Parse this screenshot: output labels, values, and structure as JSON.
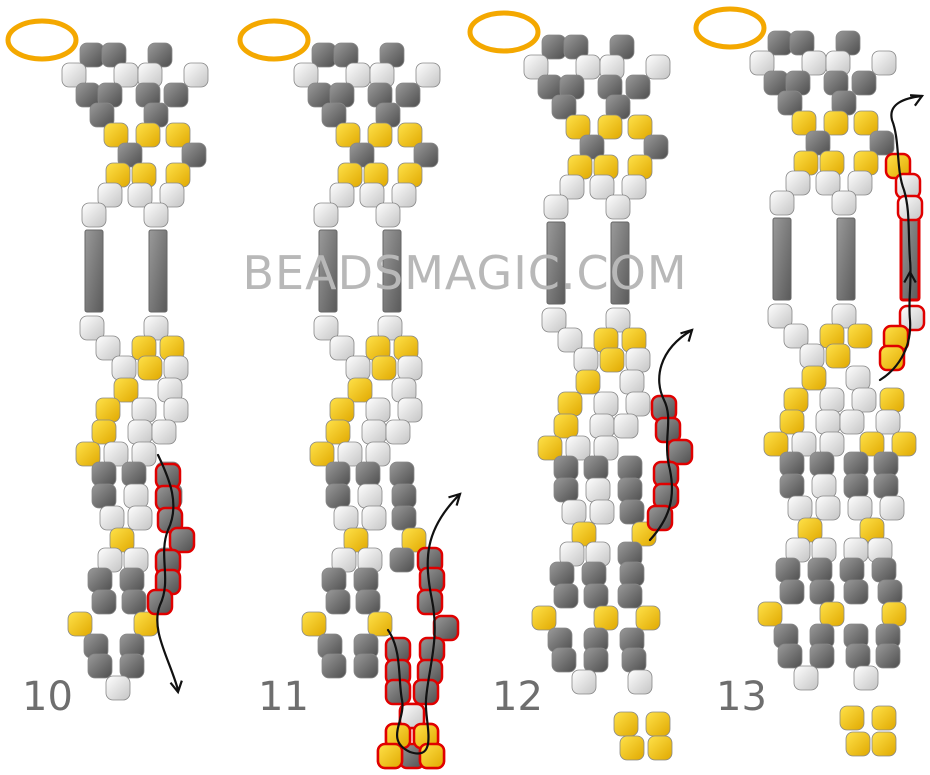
{
  "watermark": "BEADSMAGIC.COM",
  "steps": [
    {
      "label": "10"
    },
    {
      "label": "11"
    },
    {
      "label": "12"
    },
    {
      "label": "13"
    }
  ],
  "colors": {
    "gray_bead": "#7a7a7a",
    "white_bead": "#e6e6e6",
    "yellow_bead": "#f5c400",
    "bugle": "#808080",
    "ring": "#f4a800",
    "highlight": "#e00000",
    "thread": "#111111"
  }
}
